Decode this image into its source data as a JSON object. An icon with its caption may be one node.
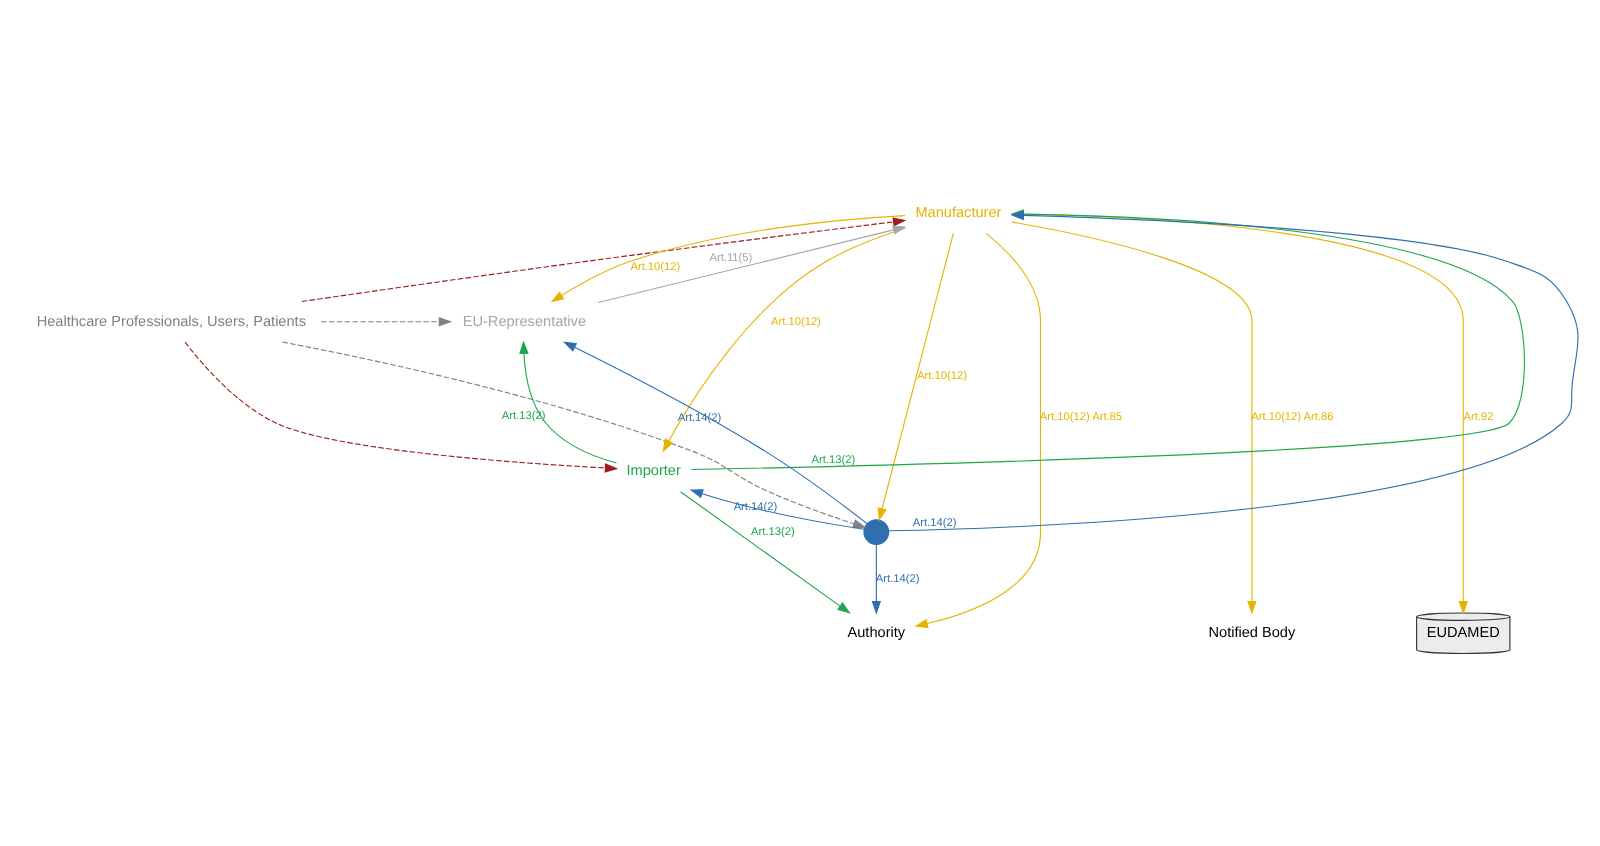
{
  "diagram": {
    "nodes": [
      {
        "text": [
          "Manufacturer"
        ]
      },
      {
        "text": [
          "EU-Representative"
        ]
      },
      {
        "text": [
          "Importer"
        ]
      },
      {
        "text": [],
        "shape": "person"
      },
      {
        "text": [
          "Healthcare Professionals, Users, Patients"
        ]
      },
      {
        "text": [
          "Authority"
        ]
      },
      {
        "text": [
          "Notified Body"
        ]
      },
      {
        "text": [
          "EUDAMED"
        ]
      }
    ],
    "edges": [
      {
        "from": 3,
        "to": 0,
        "arrow": "to",
        "label": "Art.14(2)",
        "color": "#2e6fb0"
      },
      {
        "from": 2,
        "to": 0,
        "arrow": "to",
        "label": "Art.13(2)",
        "color": "#1fa64a"
      },
      {
        "from": 1,
        "to": 0,
        "arrow": "to",
        "label": "Art.11(5)",
        "color": "#a6a6a6"
      },
      {
        "from": 3,
        "to": 1,
        "arrow": "to",
        "label": "Art.14(2)",
        "color": "#2e6fb0"
      },
      {
        "from": 2,
        "to": 1,
        "arrow": "to",
        "label": "Art.13(2)",
        "color": "#1fa64a"
      },
      {
        "from": 3,
        "to": 2,
        "arrow": "to",
        "label": "Art.14(2)",
        "color": "#2e6fb0"
      },
      {
        "from": 0,
        "to": 1,
        "arrow": "to",
        "label": "Art.10(12)"
      },
      {
        "from": 0,
        "to": 2,
        "arrow": "to",
        "label": "Art.10(12)"
      },
      {
        "from": 0,
        "to": 3,
        "arrow": "to",
        "label": "Art.10(12)"
      },
      {
        "from": 0,
        "to": 5,
        "arrow": "to",
        "label": "Art.10(12) Art.85"
      },
      {
        "from": 0,
        "to": 6,
        "arrow": "to",
        "label": "Art.10(12) Art.86"
      },
      {
        "from": 0,
        "to": 7,
        "arrow": "to",
        "label": "Art.92"
      },
      {
        "from": 2,
        "to": 5,
        "arrow": "to",
        "label": "Art.13(2)",
        "color": "#1fa64a"
      },
      {
        "from": 3,
        "to": 5,
        "arrow": "to",
        "label": "Art.14(2)",
        "color": "#2e6fb0"
      },
      {
        "from": 4,
        "to": 0,
        "arrow": "to",
        "style": "dashed",
        "color": "#a01c1c"
      },
      {
        "from": 4,
        "to": 1,
        "arrow": "to",
        "style": "dashed",
        "color": "#808080"
      },
      {
        "from": 4,
        "to": 2,
        "arrow": "to",
        "style": "dashed",
        "color": "#a01c1c"
      },
      {
        "from": 4,
        "to": 3,
        "arrow": "to",
        "style": "dashed",
        "color": "#808080"
      }
    ]
  }
}
